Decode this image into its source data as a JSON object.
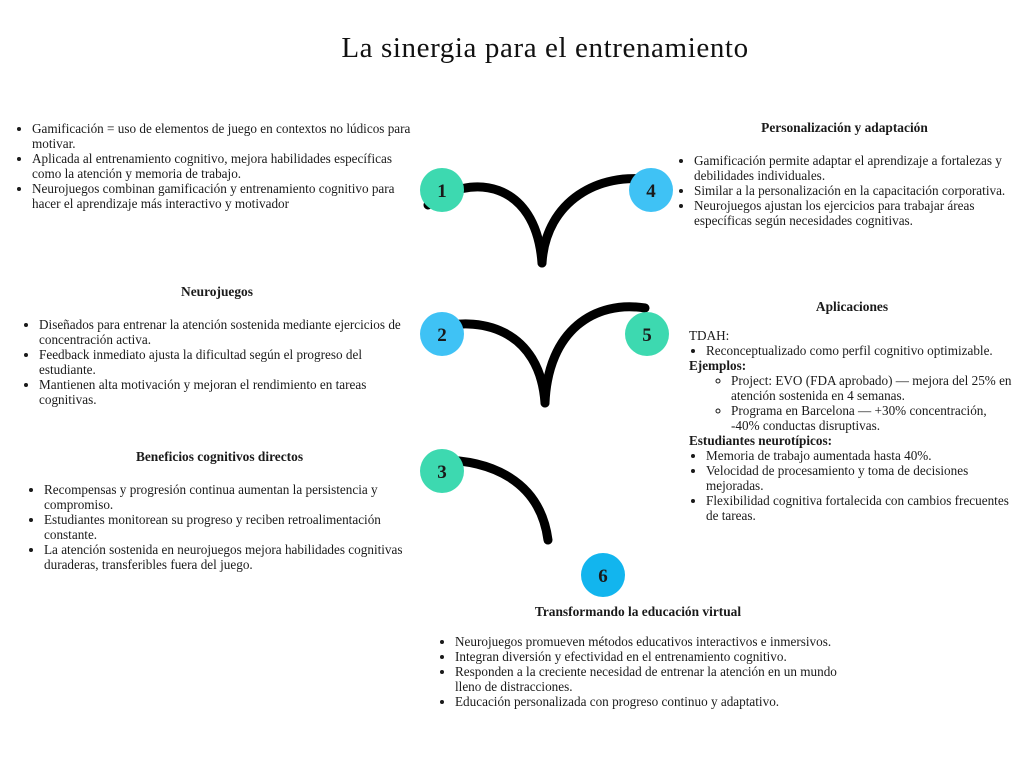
{
  "title": "La sinergia para el entrenamiento",
  "sections": {
    "s1": {
      "number": "1",
      "bullets": [
        "Gamificación = uso de elementos de juego en contextos no lúdicos para motivar.",
        "Aplicada al entrenamiento cognitivo, mejora habilidades específicas como la atención y memoria de trabajo.",
        "Neurojuegos combinan gamificación y entrenamiento cognitivo para hacer el aprendizaje más interactivo y motivador"
      ]
    },
    "s2": {
      "number": "2",
      "heading": "Neurojuegos",
      "bullets": [
        "Diseñados para entrenar la atención sostenida mediante ejercicios de concentración activa.",
        "Feedback inmediato ajusta la dificultad según el progreso del estudiante.",
        "Mantienen alta motivación y mejoran el rendimiento en tareas cognitivas."
      ]
    },
    "s3": {
      "number": "3",
      "heading": "Beneficios cognitivos directos",
      "bullets": [
        "Recompensas y progresión continua aumentan la persistencia y compromiso.",
        "Estudiantes monitorean su progreso y reciben retroalimentación constante.",
        "La atención sostenida en neurojuegos mejora habilidades cognitivas duraderas, transferibles fuera del juego."
      ]
    },
    "s4": {
      "number": "4",
      "heading": "Personalización y adaptación",
      "bullets": [
        "Gamificación permite adaptar el aprendizaje a fortalezas y debilidades individuales.",
        "Similar a la personalización en la capacitación corporativa.",
        "Neurojuegos ajustan los ejercicios para trabajar áreas específicas según necesidades cognitivas."
      ]
    },
    "s5": {
      "number": "5",
      "heading": "Aplicaciones",
      "tdah_label": "TDAH:",
      "tdah_bullets": [
        "Reconceptualizado como perfil cognitivo optimizable."
      ],
      "examples_label": "Ejemplos:",
      "examples": [
        "Project: EVO (FDA aprobado) — mejora del 25% en atención sostenida en 4 semanas.",
        "Programa en Barcelona — +30% concentración, -40% conductas disruptivas."
      ],
      "neuro_label": "Estudiantes neurotípicos:",
      "neuro_bullets": [
        "Memoria de trabajo aumentada hasta 40%.",
        "Velocidad de procesamiento y toma de decisiones mejoradas.",
        "Flexibilidad cognitiva fortalecida con cambios frecuentes de tareas."
      ]
    },
    "s6": {
      "number": "6",
      "heading": "Transformando la educación virtual",
      "bullets": [
        "Neurojuegos promueven métodos educativos interactivos e inmersivos.",
        "Integran diversión y efectividad en el entrenamiento cognitivo.",
        "Responden a la creciente necesidad de entrenar la atención en un mundo lleno de distracciones.",
        "Educación personalizada con progreso continuo y adaptativo."
      ]
    }
  },
  "colors": {
    "teal": "#3dd9b0",
    "blue": "#3fc2f5",
    "sky": "#12b5ee",
    "curve": "#000000"
  }
}
